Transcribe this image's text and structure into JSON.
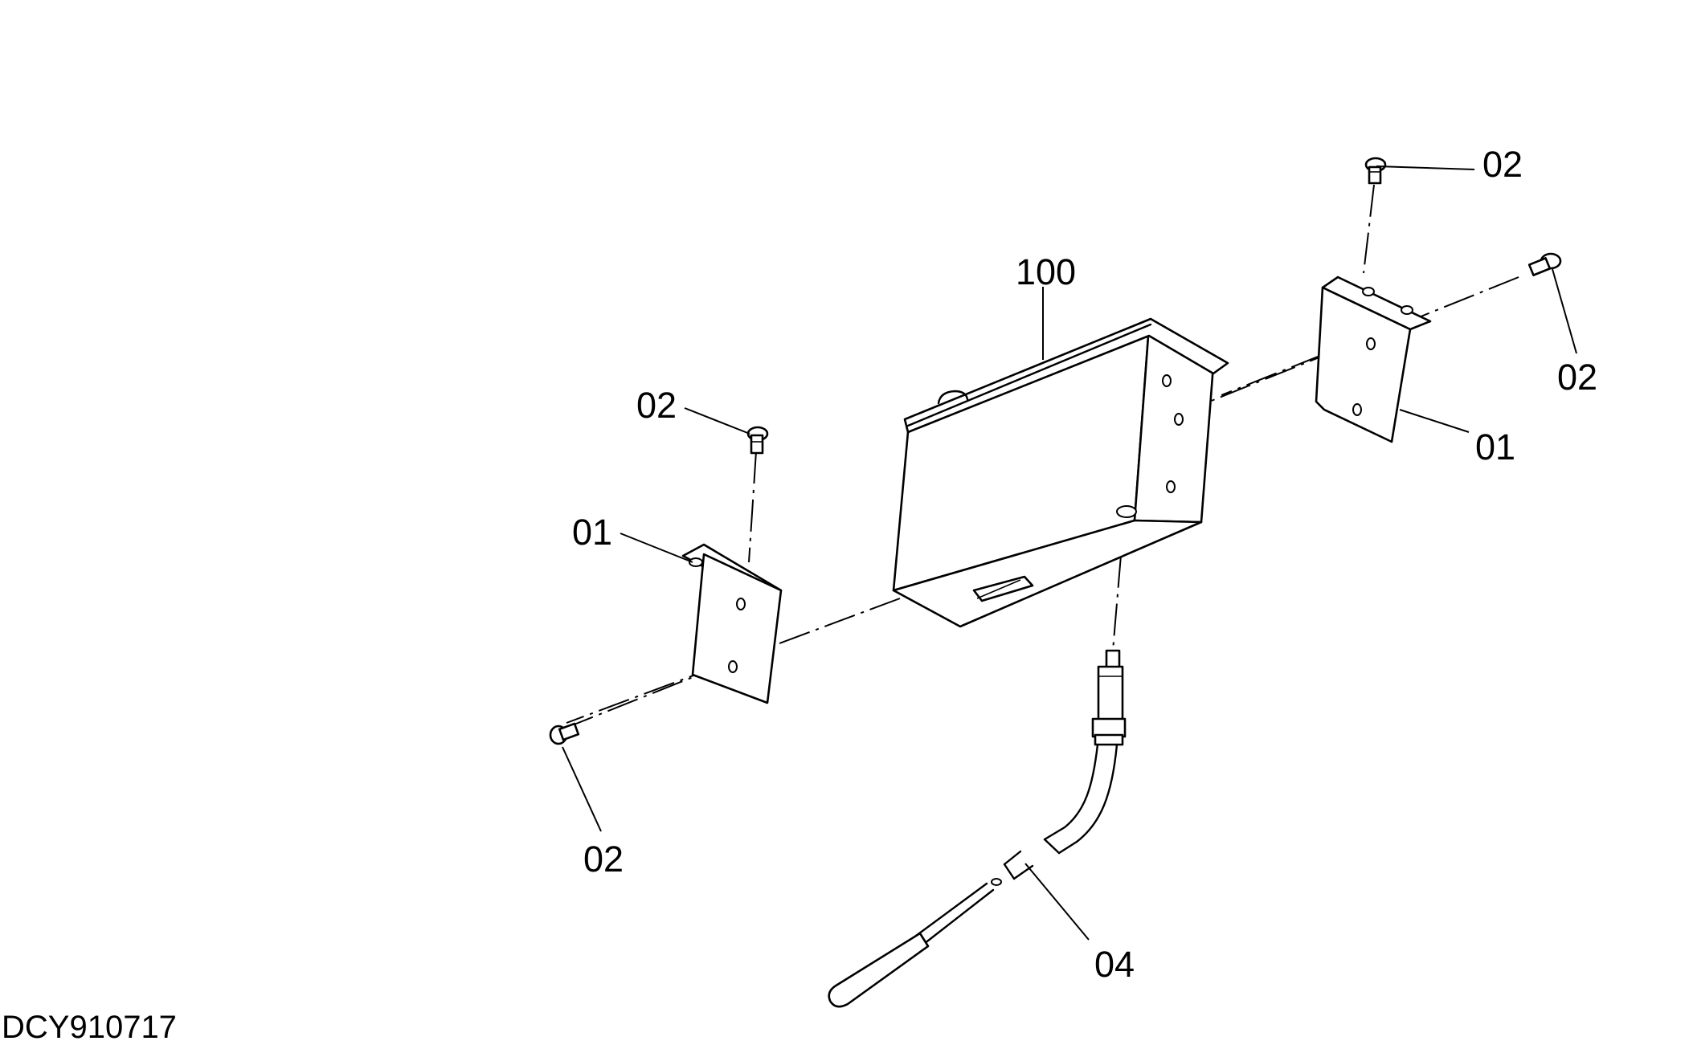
{
  "drawing": {
    "reference_code": "DCY910717",
    "line_color": "#000000",
    "background_color": "#ffffff"
  },
  "callouts": {
    "box": "100",
    "bracket_right": "01",
    "bracket_left": "01",
    "screw_top_right": "02",
    "screw_right": "02",
    "screw_left_top": "02",
    "screw_left_bottom": "02",
    "sensor_cable": "04"
  }
}
